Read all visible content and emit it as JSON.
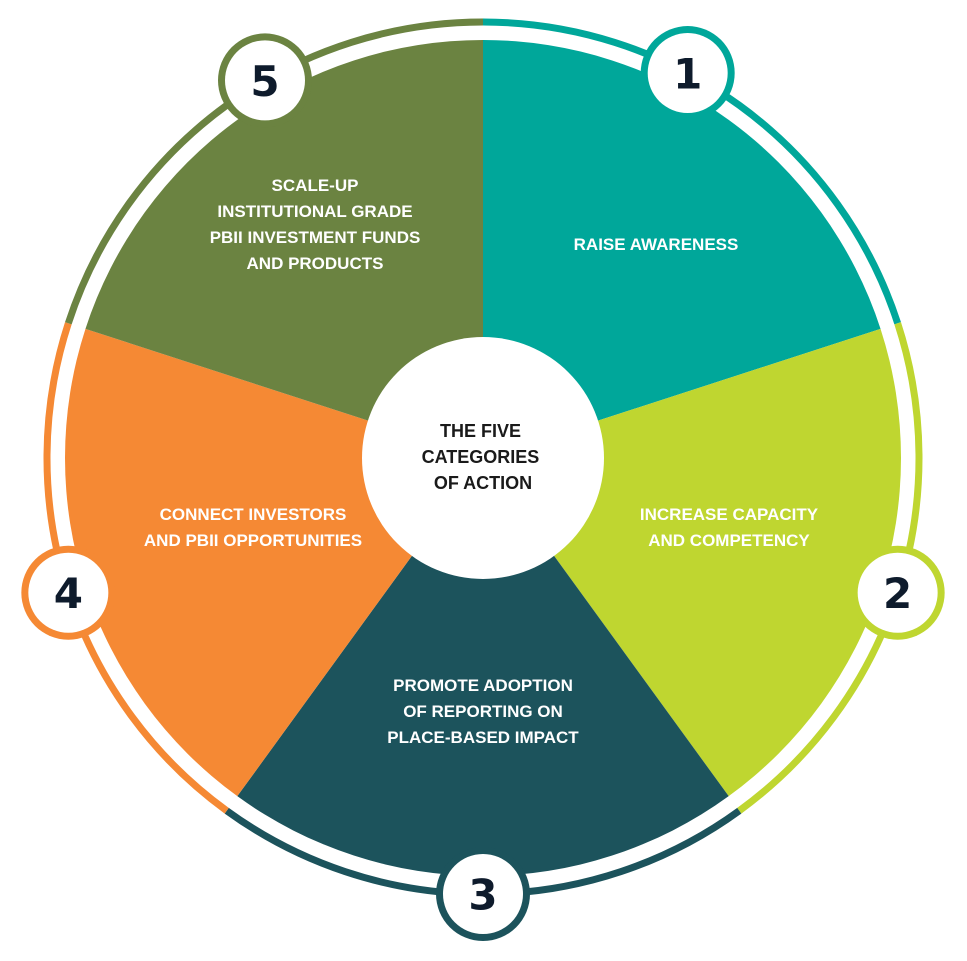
{
  "center": {
    "lines": [
      "THE FIVE",
      "CATEGORIES",
      "OF ACTION"
    ]
  },
  "segments": [
    {
      "number": "1",
      "color": "#00a79a",
      "lines": [
        "RAISE AWARENESS"
      ]
    },
    {
      "number": "2",
      "color": "#bfd630",
      "lines": [
        "INCREASE CAPACITY",
        "AND COMPETENCY"
      ]
    },
    {
      "number": "3",
      "color": "#1c535c",
      "lines": [
        "PROMOTE ADOPTION",
        "OF REPORTING ON",
        "PLACE-BASED IMPACT"
      ]
    },
    {
      "number": "4",
      "color": "#f58934",
      "lines": [
        "CONNECT INVESTORS",
        "AND PBII OPPORTUNITIES"
      ]
    },
    {
      "number": "5",
      "color": "#6b8341",
      "lines": [
        "SCALE-UP",
        "INSTITUTIONAL GRADE",
        "PBII INVESTMENT FUNDS",
        "AND PRODUCTS"
      ]
    }
  ]
}
